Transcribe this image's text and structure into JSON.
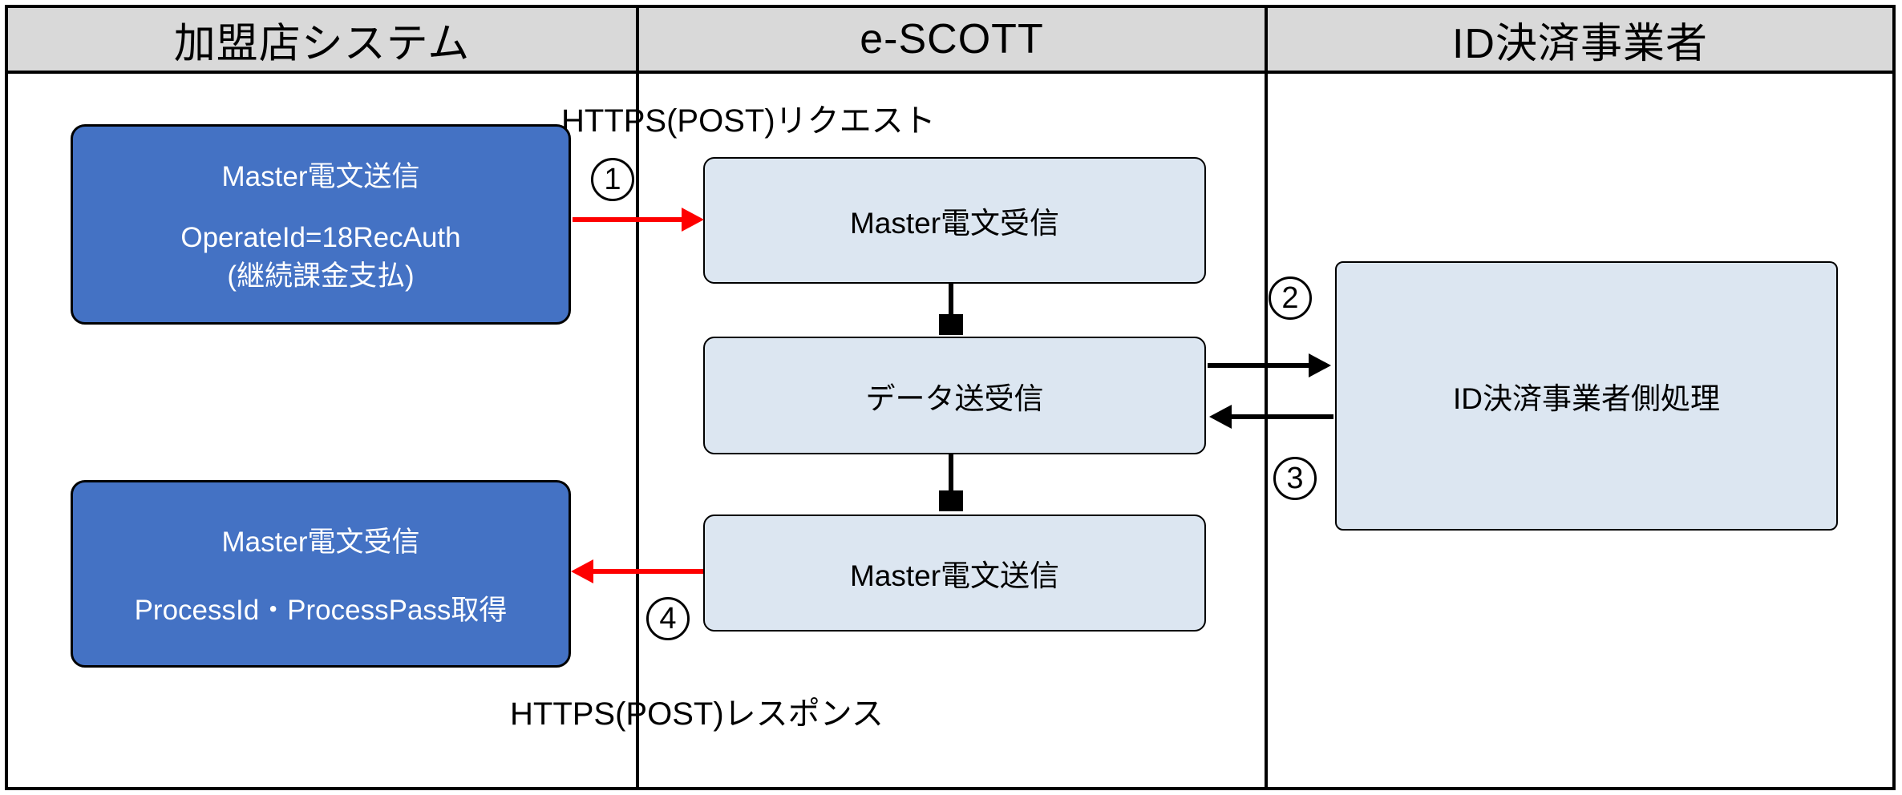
{
  "header": {
    "columns": [
      {
        "label": "加盟店システム"
      },
      {
        "label": "e-SCOTT"
      },
      {
        "label": "ID決済事業者"
      }
    ]
  },
  "flow_labels": {
    "request": "HTTPS(POST)リクエスト",
    "response": "HTTPS(POST)レスポンス"
  },
  "steps": {
    "one": "1",
    "two": "2",
    "three": "3",
    "four": "4"
  },
  "boxes": {
    "merchant_send": {
      "title": "Master電文送信",
      "line2": "OperateId=18RecAuth",
      "line3": "(継続課金支払)"
    },
    "escott_receive": {
      "label": "Master電文受信"
    },
    "escott_data": {
      "label": "データ送受信"
    },
    "escott_send": {
      "label": "Master電文送信"
    },
    "id_process": {
      "label": "ID決済事業者側処理"
    },
    "merchant_receive": {
      "title": "Master電文受信",
      "line2": "ProcessId・ProcessPass取得"
    }
  },
  "colors": {
    "header_bg": "#d9d9d9",
    "merchant_box": "#4472c4",
    "process_box": "#dce6f1",
    "arrow_red": "#fe0000",
    "arrow_black": "#000000"
  }
}
